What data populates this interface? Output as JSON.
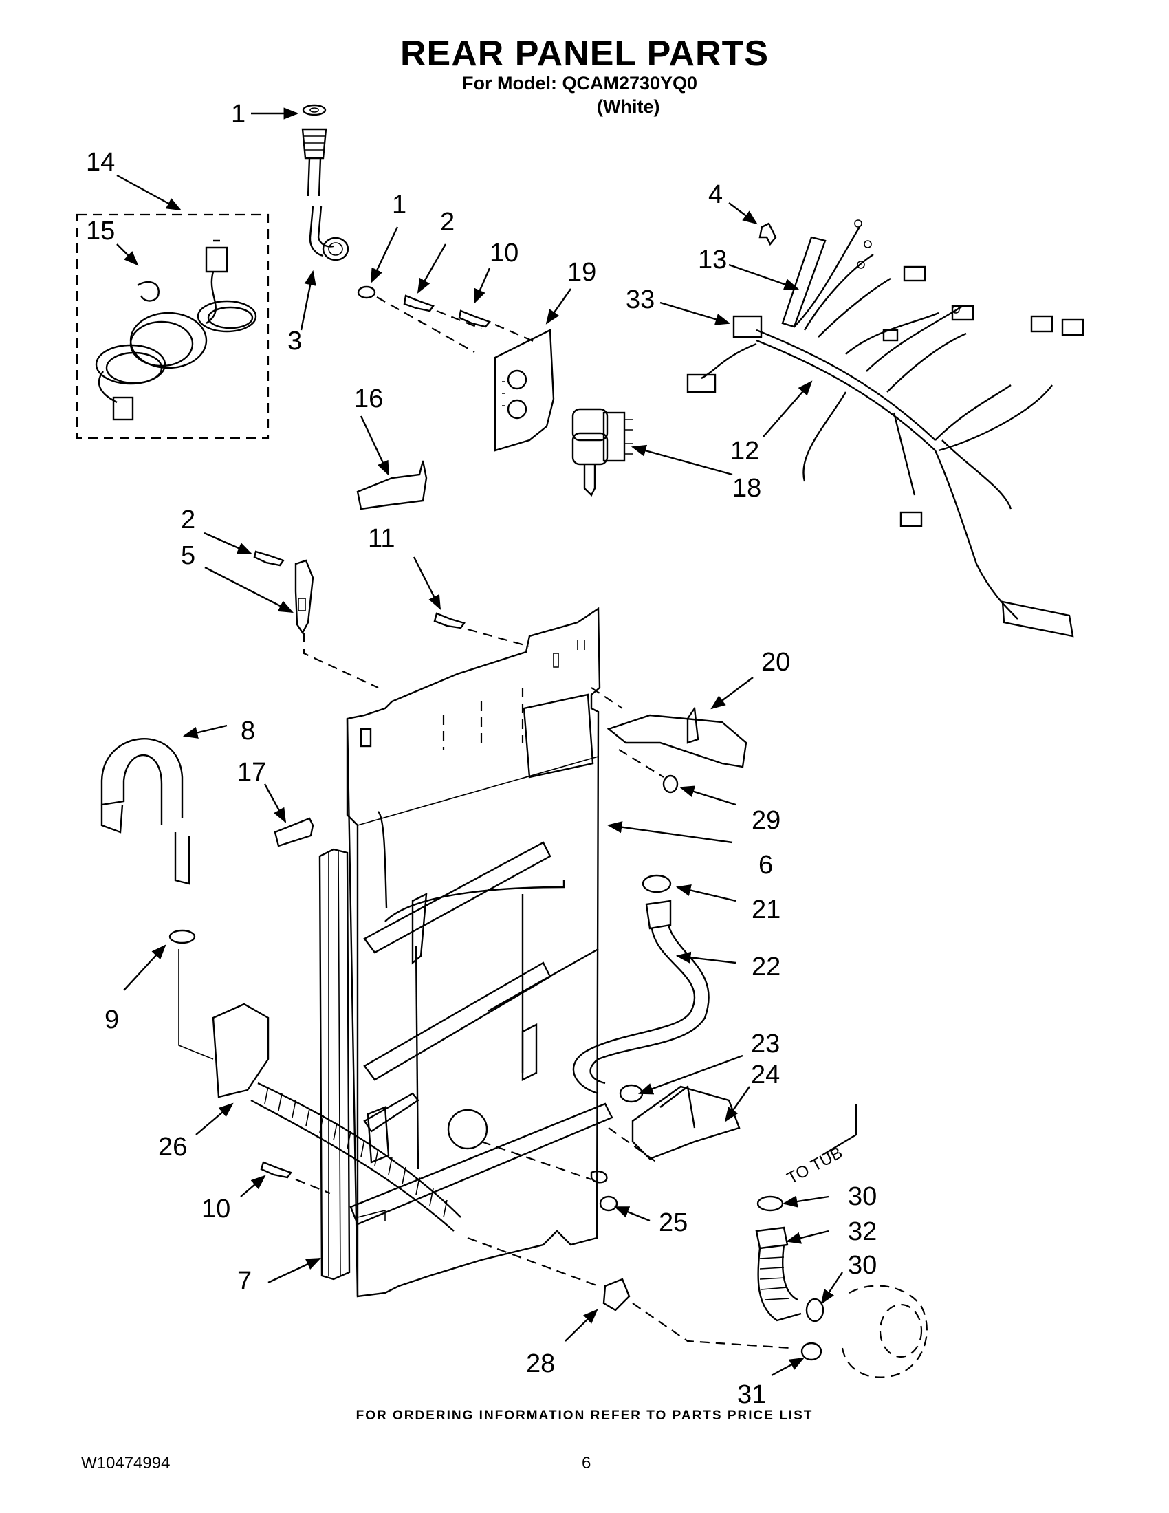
{
  "header": {
    "title": "REAR PANEL PARTS",
    "model_line": "For Model: QCAM2730YQ0",
    "color_line": "(White)"
  },
  "footer": {
    "ordering_note": "FOR ORDERING INFORMATION REFER TO PARTS PRICE LIST",
    "document_number": "W10474994",
    "page_number": "6"
  },
  "diagram": {
    "annotation": "TO TUB",
    "callouts": [
      "1",
      "14",
      "15",
      "1",
      "2",
      "10",
      "19",
      "3",
      "4",
      "13",
      "33",
      "12",
      "18",
      "16",
      "11",
      "2",
      "5",
      "20",
      "8",
      "17",
      "29",
      "6",
      "21",
      "22",
      "9",
      "23",
      "24",
      "26",
      "10",
      "25",
      "30",
      "32",
      "7",
      "30",
      "28",
      "31"
    ]
  }
}
